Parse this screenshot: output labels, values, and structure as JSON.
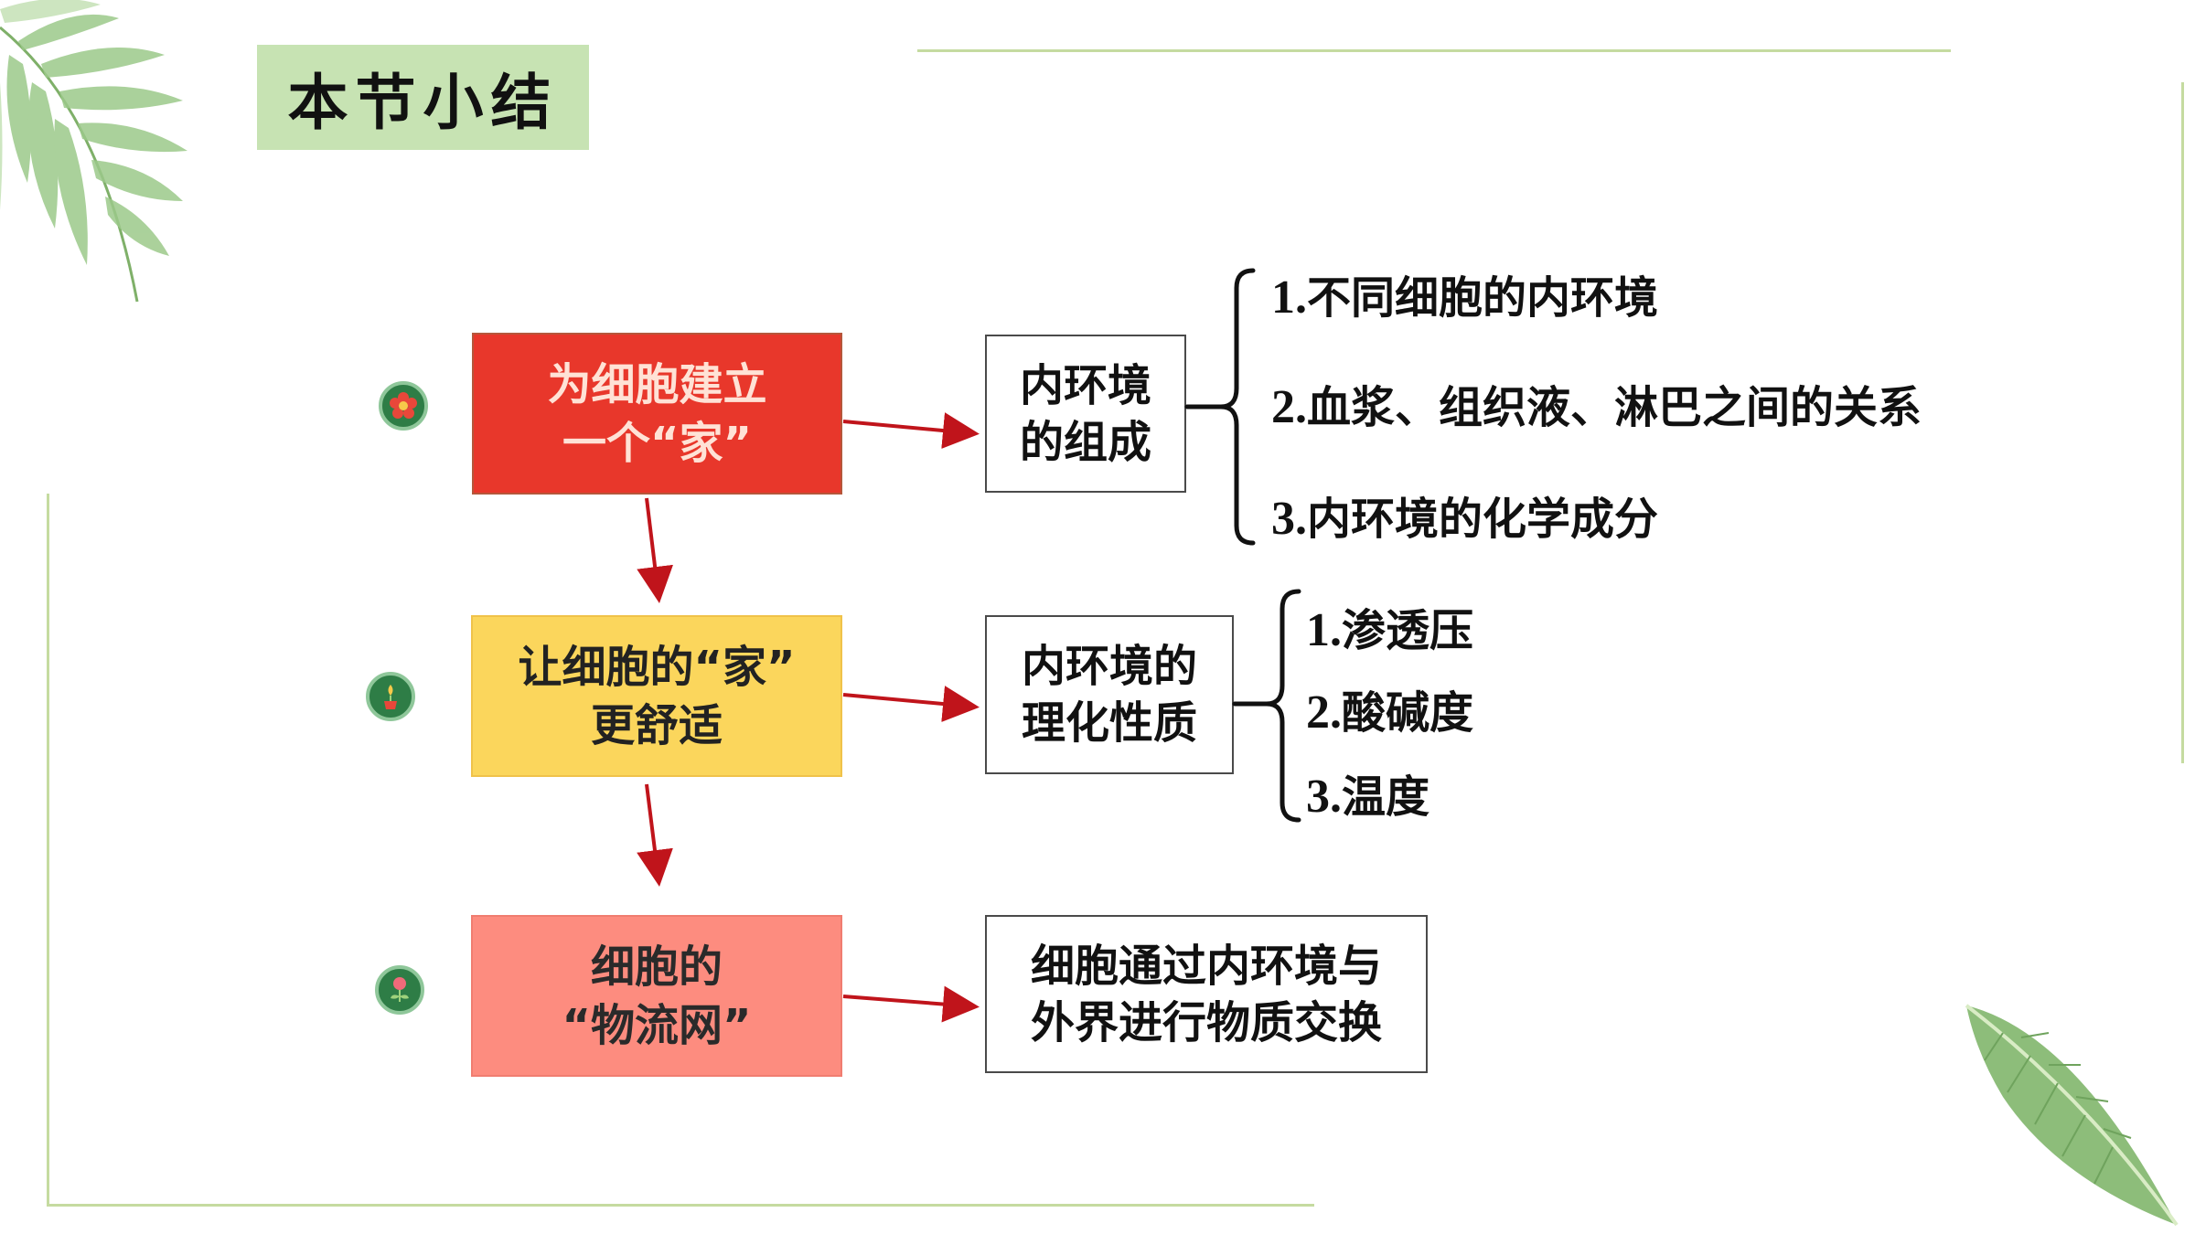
{
  "title": "本节小结",
  "flow": [
    {
      "line1": "为细胞建立",
      "line2": "一个“家”"
    },
    {
      "line1": "让细胞的“家”",
      "line2": "更舒适"
    },
    {
      "line1": "细胞的",
      "line2": "“物流网”"
    }
  ],
  "details": [
    {
      "line1": "内环境",
      "line2": "的组成"
    },
    {
      "line1": "内环境的",
      "line2": "理化性质"
    },
    {
      "line1": "细胞通过内环境与",
      "line2": "外界进行物质交换"
    }
  ],
  "composition_items": [
    {
      "num": "1.",
      "text": "不同细胞的内环境"
    },
    {
      "num": "2.",
      "text": "血浆、组织液、淋巴之间的关系"
    },
    {
      "num": "3.",
      "text": "内环境的化学成分"
    }
  ],
  "property_items": [
    {
      "num": "1.",
      "text": "渗透压"
    },
    {
      "num": "2.",
      "text": "酸碱度"
    },
    {
      "num": "3.",
      "text": "温度"
    }
  ],
  "colors": {
    "box_red": "#e8372b",
    "box_yellow": "#fbd65c",
    "box_pink": "#fd8c7f",
    "arrow": "#c0141b",
    "title_bg": "#c7e3b3",
    "frame_line": "#c5dba0"
  },
  "icons": [
    "leaf-decoration-icon",
    "flower-bullet-icon",
    "potted-plant-bullet-icon",
    "rose-bullet-icon"
  ]
}
